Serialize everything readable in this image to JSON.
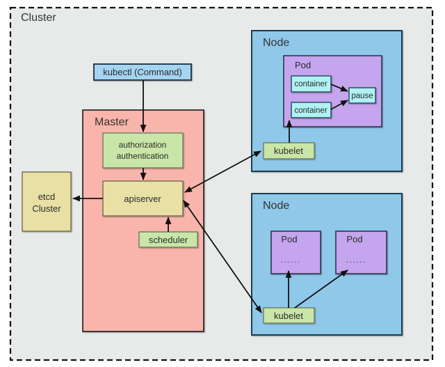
{
  "colors": {
    "cluster_bg": "#e7eae9",
    "kubectl_fill": "#a5d4f2",
    "master_fill": "#f9b4ab",
    "node_fill": "#8fc8e9",
    "pod_fill": "#c4a5ee",
    "container_fill": "#b0f2f4",
    "component_green": "#c9e6a8",
    "store_tan": "#e8e0a5",
    "arrow": "#111111"
  },
  "cluster": {
    "label": "Cluster"
  },
  "kubectl": {
    "label": "kubectl (Command)"
  },
  "master": {
    "label": "Master",
    "auth": {
      "line1": "authorization",
      "line2": "authentication"
    },
    "apiserver": {
      "label": "apiserver"
    },
    "scheduler": {
      "label": "scheduler"
    }
  },
  "etcd": {
    "line1": "etcd",
    "line2": "Cluster"
  },
  "node_top": {
    "label": "Node",
    "pod": {
      "label": "Pod",
      "container1": "container",
      "container2": "container",
      "pause": "pause"
    },
    "kubelet": "kubelet"
  },
  "node_bottom": {
    "label": "Node",
    "pod_left": {
      "label": "Pod",
      "dots": "......"
    },
    "pod_right": {
      "label": "Pod",
      "dots": "......"
    },
    "kubelet": "kubelet"
  }
}
